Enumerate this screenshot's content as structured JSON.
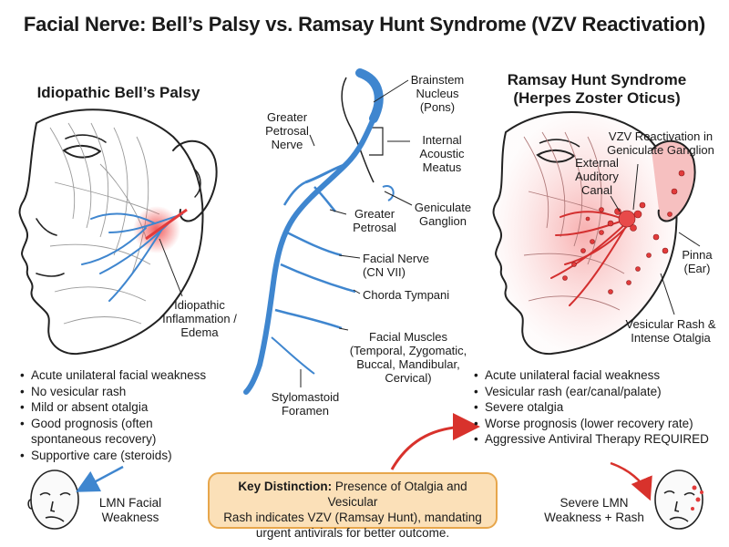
{
  "title": "Facial Nerve: Bell’s Palsy vs. Ramsay Hunt Syndrome (VZV Reactivation)",
  "left_panel": {
    "title": "Idiopathic Bell’s Palsy",
    "inflammation_label": [
      "Idiopathic",
      "Inflammation /",
      "Edema"
    ],
    "bullets": [
      [
        "Acute unilateral facial weakness"
      ],
      [
        "No vesicular rash"
      ],
      [
        "Mild or absent otalgia"
      ],
      [
        "Good prognosis (often",
        "spontaneous recovery)"
      ],
      [
        "Supportive care (steroids)"
      ]
    ],
    "face_label": [
      "LMN Facial",
      "Weakness"
    ]
  },
  "center_panel": {
    "labels": {
      "brainstem": [
        "Brainstem",
        "Nucleus",
        "(Pons)"
      ],
      "greater_petrosal_nerve": [
        "Greater",
        "Petrosal",
        "Nerve"
      ],
      "internal_acoustic": [
        "Internal",
        "Acoustic",
        "Meatus"
      ],
      "greater_petrosal": [
        "Greater",
        "Petrosal"
      ],
      "geniculate": [
        "Geniculate",
        "Ganglion"
      ],
      "facial_nerve": [
        "Facial Nerve",
        "(CN VII)"
      ],
      "chorda": [
        "Chorda Tympani"
      ],
      "facial_muscles": [
        "Facial Muscles",
        "(Temporal, Zygomatic,",
        "Buccal, Mandibular,",
        "Cervical)"
      ],
      "stylomastoid": [
        "Stylomastoid",
        "Foramen"
      ]
    }
  },
  "right_panel": {
    "title": [
      "Ramsay Hunt Syndrome",
      "(Herpes Zoster Oticus)"
    ],
    "vzv_label": [
      "VZV Reactivation in",
      "Geniculate Ganglion"
    ],
    "eac_label": [
      "External",
      "Auditory",
      "Canal"
    ],
    "pinna_label": [
      "Pinna",
      "(Ear)"
    ],
    "rash_label": [
      "Vesicular Rash &",
      "Intense Otalgia"
    ],
    "bullets": [
      [
        "Acute unilateral facial weakness"
      ],
      [
        "Vesicular rash (ear/canal/palate)"
      ],
      [
        "Severe otalgia"
      ],
      [
        "Worse prognosis (lower recovery rate)"
      ],
      [
        "Aggressive Antiviral Therapy REQUIRED"
      ]
    ],
    "face_label": [
      "Severe LMN",
      "Weakness + Rash"
    ]
  },
  "key_box": {
    "heading": "Key Distinction:",
    "text_1": " Presence of Otalgia and Vesicular",
    "text_2": "Rash indicates VZV (Ramsay Hunt), mandating",
    "text_3": "urgent antivirals for better outcome."
  },
  "colors": {
    "nerve_blue": "#3f86cf",
    "inflammation_red": "#e23b3b",
    "rash_pink": "#f6b9b9",
    "arrow_red": "#d8322c",
    "key_box_fill": "#fbe0b8",
    "key_box_border": "#e7a64b"
  }
}
